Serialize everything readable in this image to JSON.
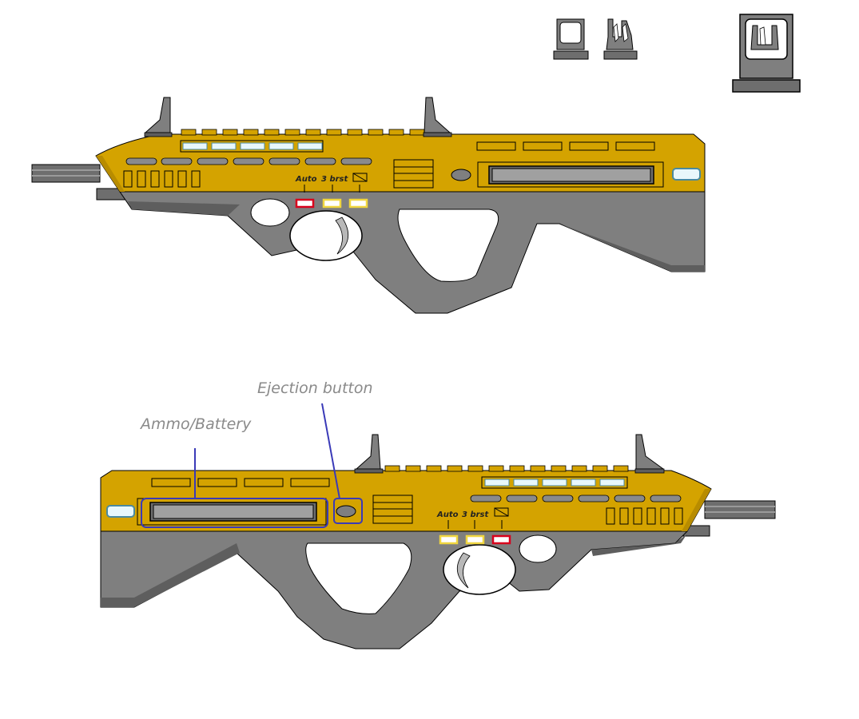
{
  "colors": {
    "body": "#d4a300",
    "body_edge": "#8a6a00",
    "grip": "#7f7f7f",
    "grip_dark": "#5e5e5e",
    "steel": "#6e6e6e",
    "light": "#e8f7fb",
    "callout_line": "#3a3ab8",
    "indicator_red": "#d8001c",
    "indicator_yellow": "#f0e060"
  },
  "fire_modes": {
    "auto": "Auto",
    "burst": "3 brst",
    "safe_icon": "crossed-box-icon"
  },
  "callouts": {
    "ammo": "Ammo/Battery",
    "ejection": "Ejection button"
  }
}
